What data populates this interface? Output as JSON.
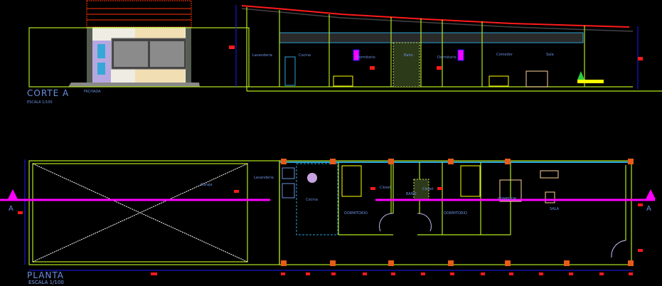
{
  "section": {
    "title": "CORTE A",
    "subtitle": "FACHADA",
    "scale": "ESCALA 1/100",
    "rooms": [
      "Lavanderia",
      "Cocina",
      "Dormitorio",
      "Baño",
      "Dormitorio",
      "Comedor",
      "Sala"
    ]
  },
  "plan": {
    "title": "PLANTA",
    "scale": "ESCALA 1/100",
    "garage": "Garaje",
    "rooms": {
      "lavanderia": "Lavanderia",
      "cocina": "Cocina",
      "dorm1": "DORMITORIO",
      "closet1": "Closet",
      "bano": "BAÑO",
      "closet2": "Closet",
      "dorm2": "DORMITORIO",
      "comedor": "COMEDOR",
      "sala": "SALA"
    },
    "cut_left": "A",
    "cut_right": "A"
  },
  "colors": {
    "wall": "#b5e61d",
    "dimension": "#1a1aff",
    "cut_line": "#ff00ff",
    "roof": "#ff1a1a",
    "text": "#6c8fe0"
  }
}
